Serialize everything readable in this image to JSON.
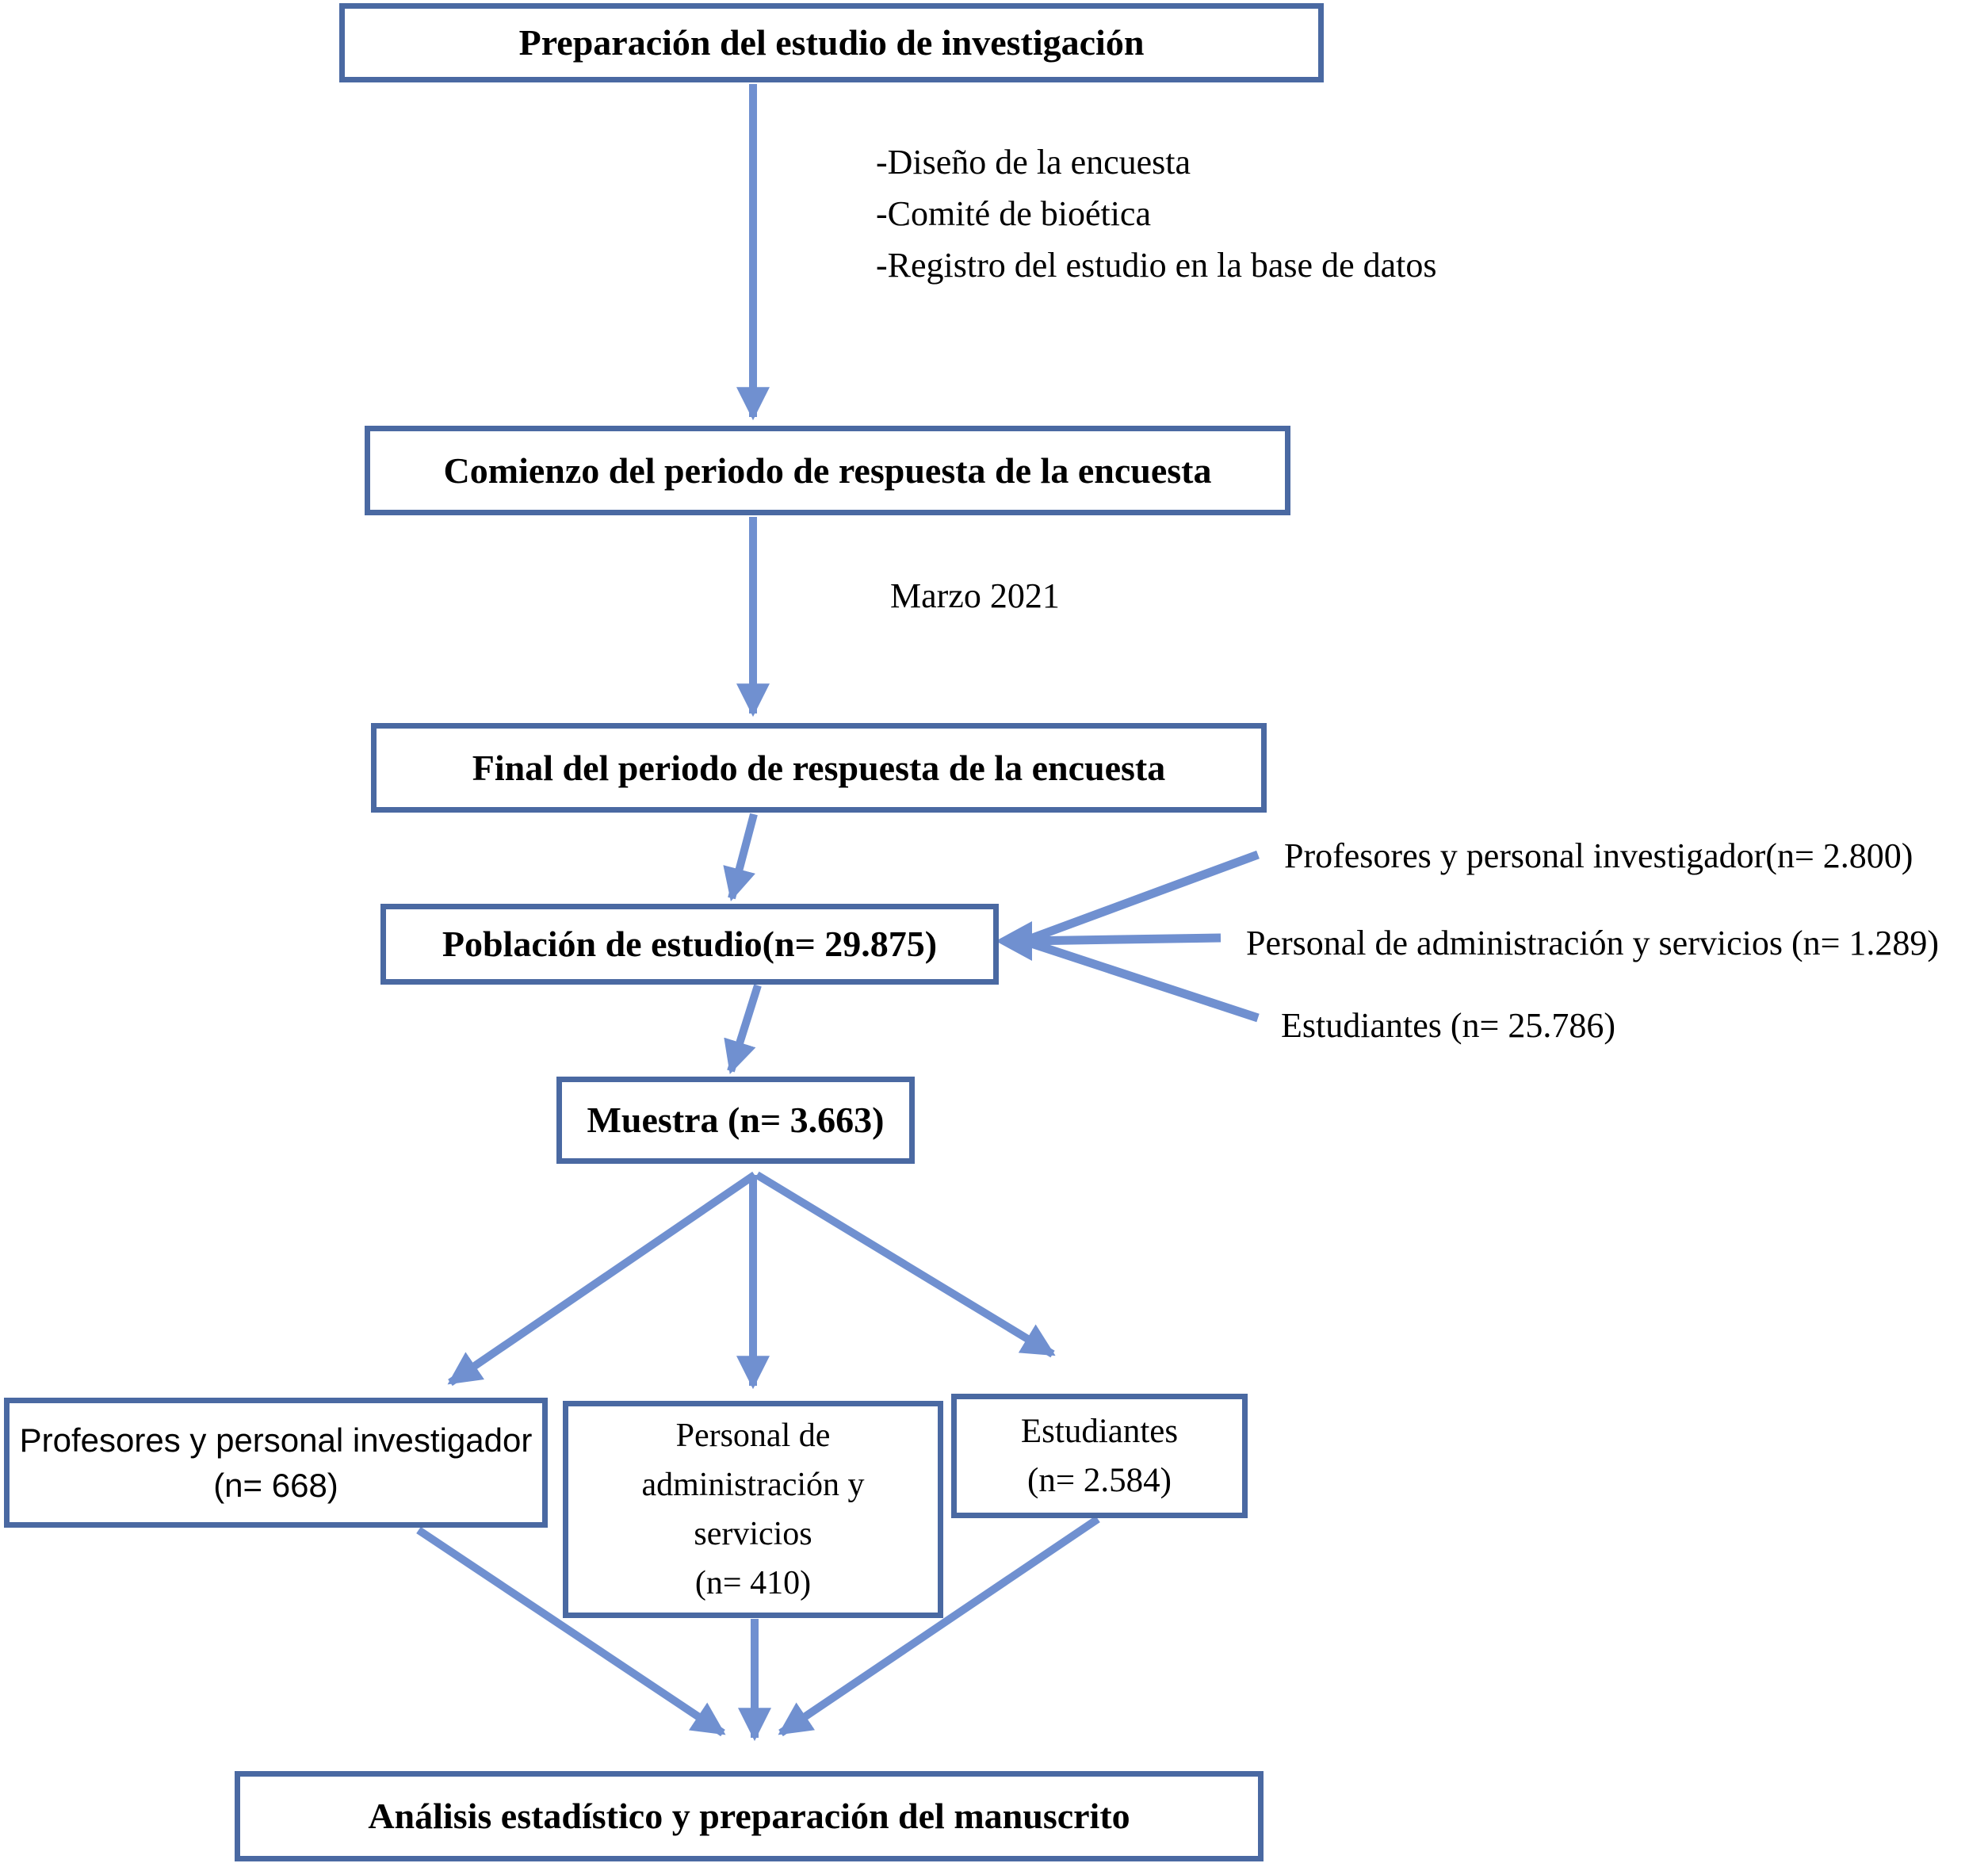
{
  "colors": {
    "border": "#4a69a2",
    "arrow": "#7090d0",
    "text": "#000000",
    "background": "#ffffff"
  },
  "flow": {
    "box_preparacion": "Preparación del estudio de investigación",
    "notes": [
      "-Diseño de la encuesta",
      "-Comité de bioética",
      "-Registro del estudio en la base de datos"
    ],
    "box_comienzo": "Comienzo del periodo de respuesta de la encuesta",
    "date_label": "Marzo 2021",
    "box_final": "Final del periodo de respuesta de la encuesta",
    "box_poblacion": "Población de estudio(n= 29.875)",
    "population_breakdown": [
      "Profesores y personal investigador(n= 2.800)",
      "Personal de administración y servicios (n= 1.289)",
      "Estudiantes (n= 25.786)"
    ],
    "box_muestra": "Muestra (n= 3.663)",
    "sample_groups": {
      "profesores": {
        "lines": [
          "Profesores y personal investigador",
          "(n= 668)"
        ]
      },
      "pas": {
        "lines": [
          "Personal de",
          "administración y",
          "servicios",
          "(n= 410)"
        ]
      },
      "estudiantes": {
        "lines": [
          "Estudiantes",
          "(n= 2.584)"
        ]
      }
    },
    "box_analisis": "Análisis estadístico y preparación del manuscrito"
  }
}
